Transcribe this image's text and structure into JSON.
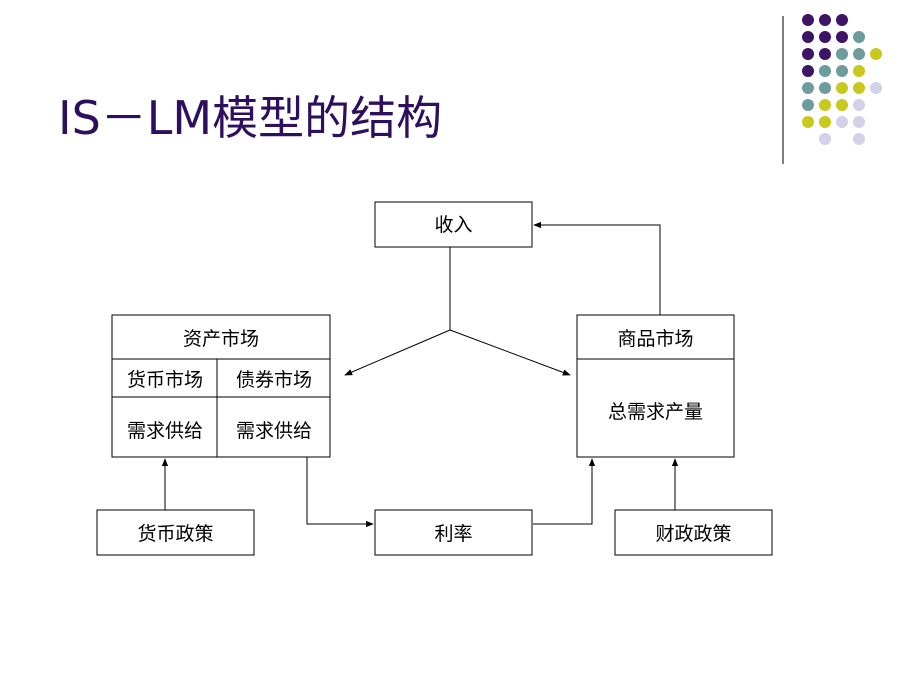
{
  "title": "IS－LM模型的结构",
  "colors": {
    "title": "#2e0f5e",
    "dot_purple": "#3d1466",
    "dot_teal": "#6e9c9c",
    "dot_yellow": "#c8c81e",
    "dot_lavender": "#d4d0e8",
    "divider": "#555555"
  },
  "boxes": {
    "income": "收入",
    "asset_market": "资产市场",
    "money_market": "货币市场",
    "bond_market": "债券市场",
    "money_supply_demand": "需求供给",
    "bond_supply_demand": "需求供给",
    "goods_market": "商品市场",
    "aggregate_demand_output": "总需求产量",
    "monetary_policy": "货币政策",
    "interest_rate": "利率",
    "fiscal_policy": "财政政策"
  }
}
